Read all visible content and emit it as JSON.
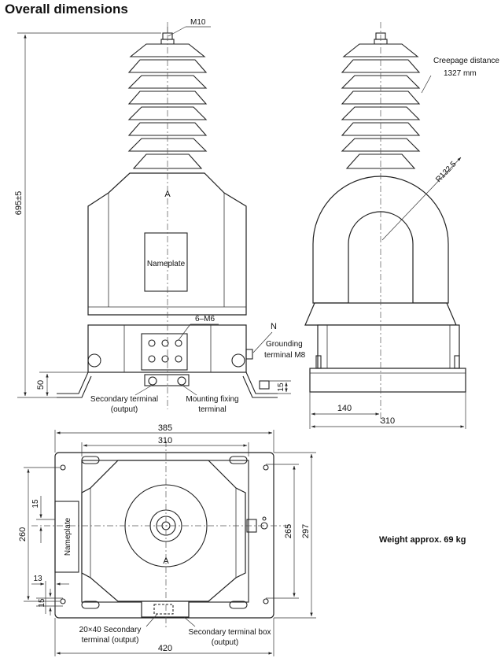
{
  "title": "Overall dimensions",
  "front_view": {
    "thread_label": "M10",
    "height_label": "695±5",
    "section_mark": "A",
    "nameplate": "Nameplate",
    "bolt_label": "6–M6",
    "neutral_label": "N",
    "grounding_label_1": "Grounding",
    "grounding_label_2": "terminal M8",
    "base_height": "50",
    "grounding_offset": "15",
    "secondary_terminal_1": "Secondary terminal",
    "secondary_terminal_2": "(output)",
    "mounting_label_1": "Mounting fixing",
    "mounting_label_2": "terminal"
  },
  "side_view": {
    "creepage_label_1": "Creepage distance",
    "creepage_label_2": "1327 mm",
    "radius_label": "R132.5",
    "half_width": "140",
    "width": "310"
  },
  "top_view": {
    "overall_width": "385",
    "hole_spacing_x": "310",
    "overall_length": "420",
    "depth": "297",
    "hole_spacing_y": "265",
    "nameplate_offset": "260",
    "dim_15_top": "15",
    "dim_13": "13",
    "dim_15_bottom": "15",
    "section_mark": "A",
    "nameplate": "Nameplate",
    "sec_term_1": "20×40 Secondary",
    "sec_term_2": "terminal (output)",
    "sec_box_1": "Secondary terminal box",
    "sec_box_2": "(output)"
  },
  "weight": "Weight approx. 69 kg"
}
